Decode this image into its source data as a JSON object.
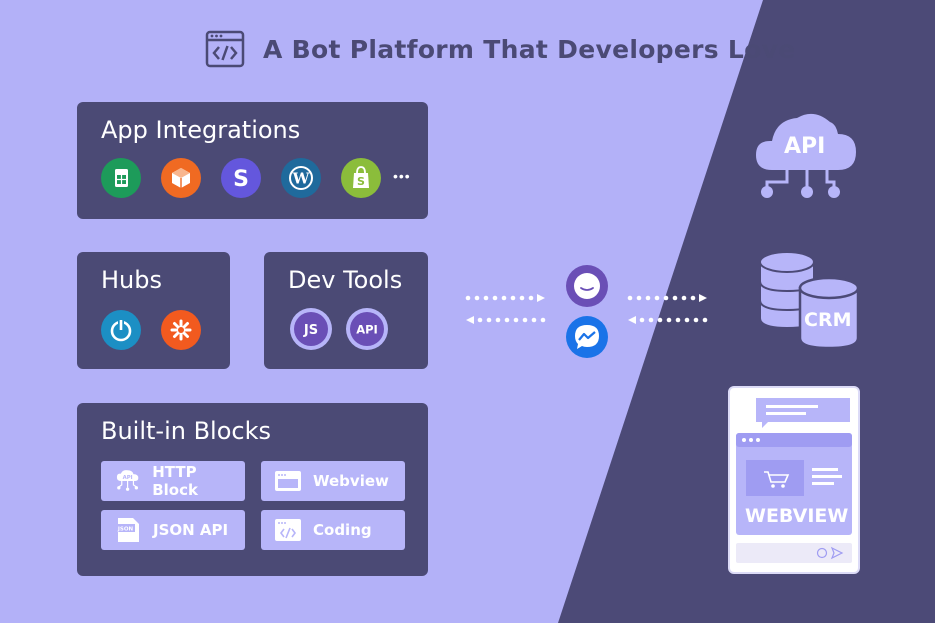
{
  "header": {
    "title": "A Bot Platform That Developers Love",
    "icon": "code-window-icon"
  },
  "app_integrations": {
    "title": "App Integrations",
    "apps": [
      "google-sheets-icon",
      "package-icon",
      "stripe-icon",
      "wordpress-icon",
      "shopify-icon"
    ],
    "more": "•••"
  },
  "hubs": {
    "title": "Hubs",
    "apps": [
      "power-icon",
      "zapier-icon"
    ]
  },
  "dev_tools": {
    "title": "Dev Tools",
    "badges": [
      "JS",
      "API"
    ]
  },
  "builtin": {
    "title": "Built-in Blocks",
    "blocks": [
      {
        "label": "HTTP Block",
        "icon": "api-cloud-icon",
        "icon_text": "API"
      },
      {
        "label": "Webview",
        "icon": "browser-window-icon"
      },
      {
        "label": "JSON API",
        "icon": "json-doc-icon",
        "icon_text": "JSON"
      },
      {
        "label": "Coding",
        "icon": "code-window-icon"
      }
    ]
  },
  "right": {
    "api_label": "API",
    "crm_label": "CRM",
    "webview_label": "WEBVIEW"
  },
  "colors": {
    "bg_light": "#b3b1f8",
    "bg_dark": "#4c4a77",
    "panel": "#4b4a75",
    "accent": "#b7b5f9",
    "white": "#ffffff"
  }
}
